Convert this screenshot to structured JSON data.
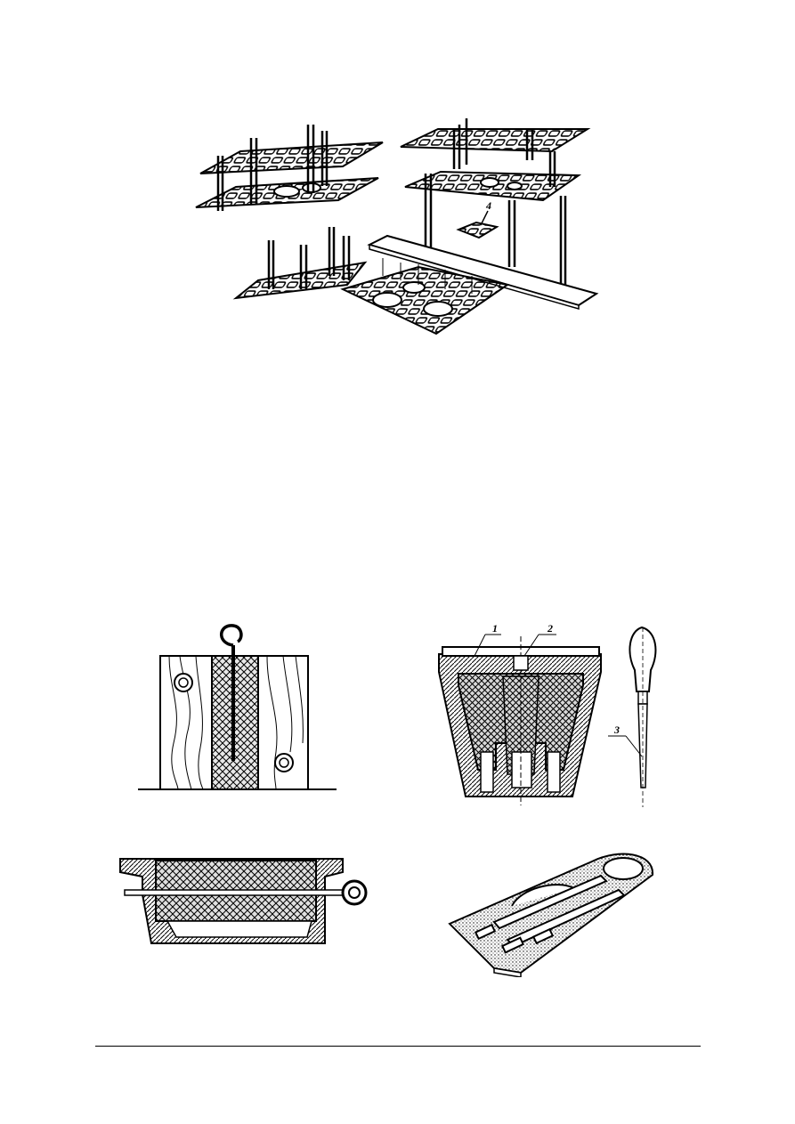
{
  "page": {
    "figures": [
      {
        "id": "wire-rack-frames",
        "callouts": [
          "4"
        ]
      },
      {
        "id": "wooden-mold-with-hook",
        "callouts": []
      },
      {
        "id": "core-box-section",
        "callouts": [
          "1",
          "2",
          "3"
        ]
      },
      {
        "id": "horizontal-mold-section",
        "callouts": []
      },
      {
        "id": "split-core-box",
        "callouts": []
      }
    ]
  }
}
